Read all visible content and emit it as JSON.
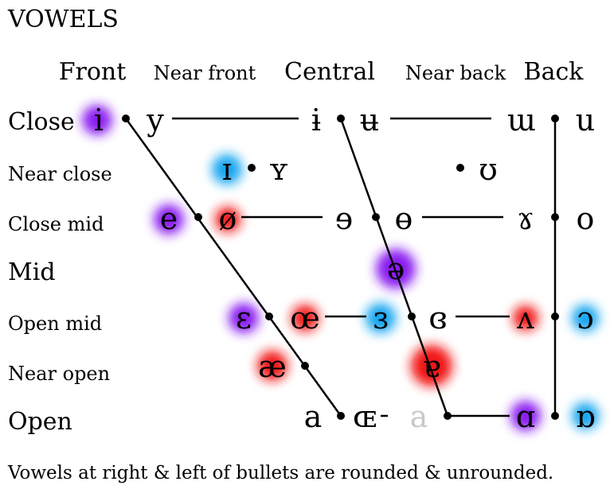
{
  "title": "VOWELS",
  "columns": {
    "front": "Front",
    "near_front": "Near front",
    "central": "Central",
    "near_back": "Near back",
    "back": "Back"
  },
  "rows": {
    "close": "Close",
    "near_close": "Near close",
    "close_mid": "Close mid",
    "mid": "Mid",
    "open_mid": "Open mid",
    "near_open": "Near open",
    "open": "Open"
  },
  "vowels": {
    "i": "i",
    "y": "y",
    "i_bar": "ɨ",
    "u_bar": "ʉ",
    "u_turned_m": "ɯ",
    "u": "u",
    "small_cap_i": "ɪ",
    "small_cap_y": "ʏ",
    "upsilon": "ʊ",
    "e": "e",
    "o_slash": "ø",
    "reversed_e": "ɘ",
    "o_bar": "ɵ",
    "rams_horn": "ɤ",
    "o": "o",
    "schwa": "ə",
    "epsilon": "ɛ",
    "oe": "œ",
    "rev_epsilon": "ɜ",
    "closed_rev_epsilon": "ɞ",
    "turned_v": "ʌ",
    "open_o": "ɔ",
    "ash": "æ",
    "turned_a": "ɐ",
    "a": "a",
    "small_cap_oe": "ɶ",
    "a_gray": "a",
    "script_a": "ɑ",
    "turned_script_a": "ɒ"
  },
  "highlight_colors": {
    "purple": "#8a1cf0",
    "blue": "#13a6f0",
    "red": "#f21818",
    "gray_text": "#c8c8c8"
  },
  "caption": "Vowels at right & left of bullets are rounded & unrounded."
}
